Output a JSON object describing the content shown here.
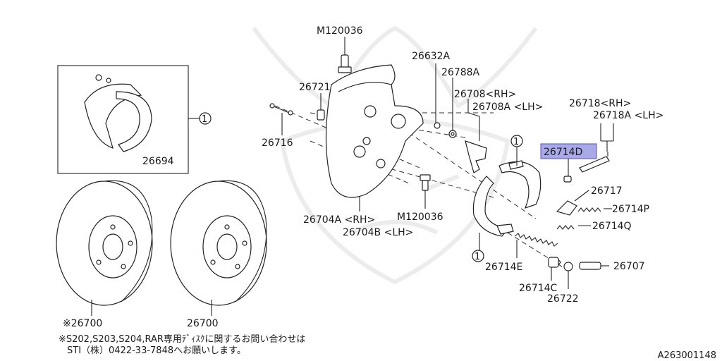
{
  "diagram_id": "A263001148",
  "callouts": {
    "m120036_top": "M120036",
    "m120036_mid": "M120036",
    "c26632A": "26632A",
    "c26788A": "26788A",
    "c26721": "26721",
    "c26708RH": "26708<RH>",
    "c26708LH": "26708A <LH>",
    "c26718RH": "26718<RH>",
    "c26718LH": "26718A <LH>",
    "c26716": "26716",
    "c26714D": "26714D",
    "c26694": "26694",
    "c26717": "26717",
    "c26714P": "26714P",
    "c26714Q": "26714Q",
    "c26704A": "26704A <RH>",
    "c26704B": "26704B <LH>",
    "c26714E": "26714E",
    "c26707": "26707",
    "c26714C": "26714C",
    "c26722": "26722",
    "c26700a": "※26700",
    "c26700b": "26700",
    "ref1a": "1",
    "ref1b": "1",
    "ref1c": "1"
  },
  "highlight": {
    "part": "26714D",
    "color": "#a9a9e8"
  },
  "footnote": {
    "line1": "※S202,S203,S204,RAR専用ﾃﾞｨｽｸに関するお問い合わせは",
    "line2": "STI（株）0422-33-7848へお願いします。"
  }
}
